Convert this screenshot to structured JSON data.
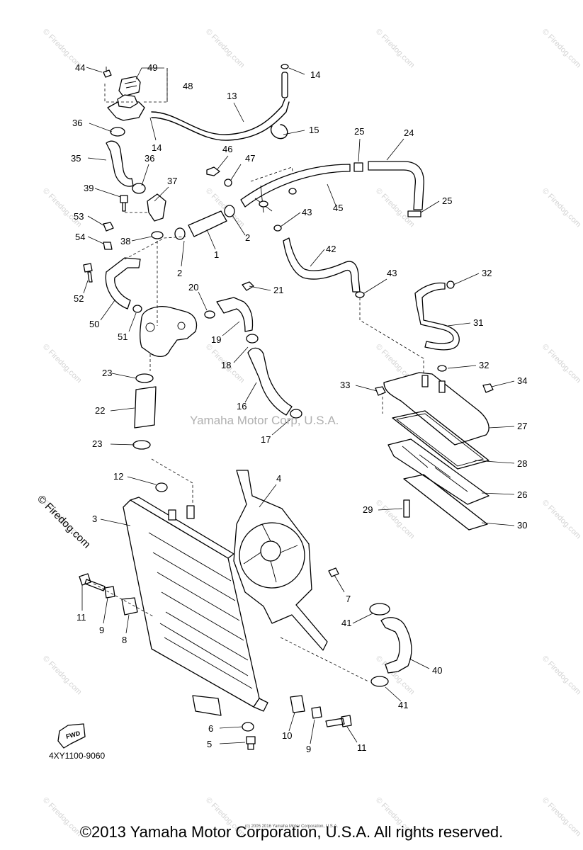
{
  "diagram": {
    "code": "4XY1100-9060",
    "fwd_label": "FWD",
    "watermark_center": "Yamaha Motor Corp, U.S.A.",
    "watermark_side": "© Firedog.com",
    "watermark_tile": "© Firedog.com",
    "callouts": [
      "44",
      "49",
      "48",
      "14",
      "13",
      "36",
      "14",
      "15",
      "25",
      "24",
      "35",
      "36",
      "46",
      "47",
      "39",
      "37",
      "53",
      "2",
      "43",
      "45",
      "25",
      "54",
      "38",
      "1",
      "42",
      "52",
      "20",
      "21",
      "43",
      "32",
      "2",
      "31",
      "50",
      "51",
      "19",
      "18",
      "32",
      "23",
      "33",
      "34",
      "22",
      "16",
      "27",
      "17",
      "23",
      "28",
      "12",
      "4",
      "26",
      "29",
      "30",
      "3",
      "7",
      "11",
      "9",
      "8",
      "41",
      "40",
      "41",
      "6",
      "10",
      "9",
      "11",
      "5"
    ]
  },
  "footer": {
    "copyright": "©2013 Yamaha Motor Corporation, U.S.A. All rights reserved.",
    "tiny": "(c) 2005 2016 Yamaha Motor Corporation, U.S.A."
  }
}
